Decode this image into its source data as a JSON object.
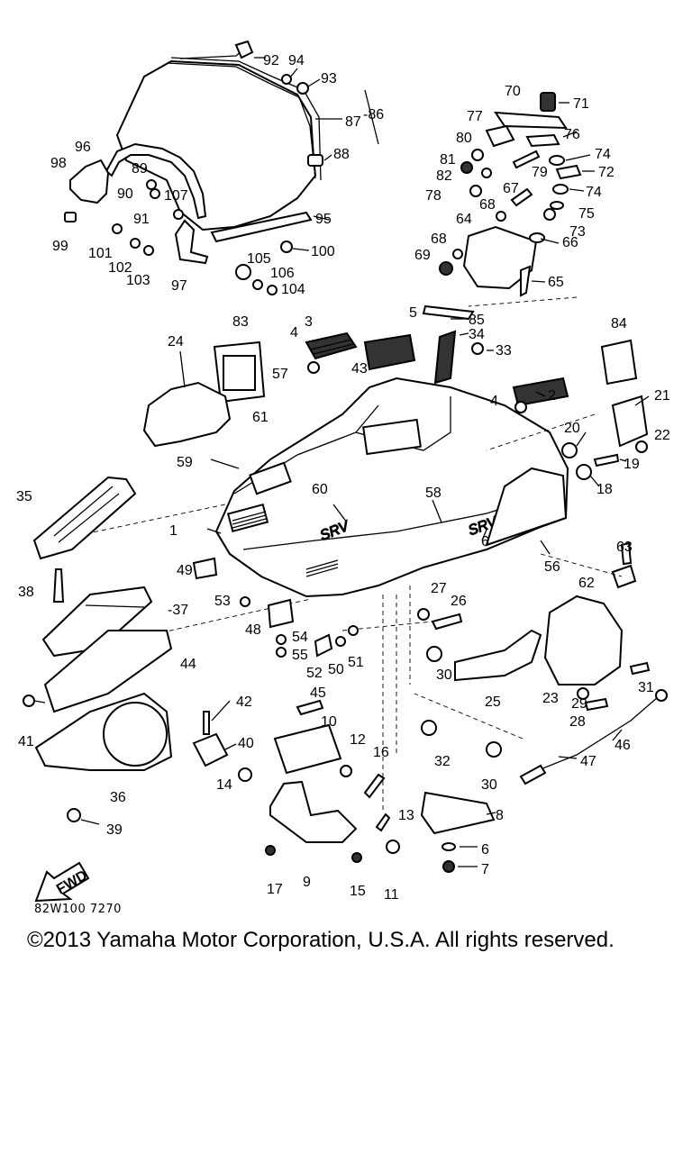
{
  "diagram": {
    "callouts": [
      {
        "n": "92",
        "id": "c92"
      },
      {
        "n": "94",
        "id": "c94"
      },
      {
        "n": "93",
        "id": "c93"
      },
      {
        "n": "87",
        "id": "c87"
      },
      {
        "n": "-86",
        "id": "c86"
      },
      {
        "n": "88",
        "id": "c88"
      },
      {
        "n": "96",
        "id": "c96"
      },
      {
        "n": "98",
        "id": "c98"
      },
      {
        "n": "89",
        "id": "c89"
      },
      {
        "n": "90",
        "id": "c90"
      },
      {
        "n": "107",
        "id": "c107"
      },
      {
        "n": "91",
        "id": "c91"
      },
      {
        "n": "95",
        "id": "c95"
      },
      {
        "n": "99",
        "id": "c99"
      },
      {
        "n": "101",
        "id": "c101"
      },
      {
        "n": "100",
        "id": "c100"
      },
      {
        "n": "102",
        "id": "c102"
      },
      {
        "n": "105",
        "id": "c105"
      },
      {
        "n": "106",
        "id": "c106"
      },
      {
        "n": "103",
        "id": "c103"
      },
      {
        "n": "97",
        "id": "c97"
      },
      {
        "n": "104",
        "id": "c104"
      },
      {
        "n": "70",
        "id": "c70"
      },
      {
        "n": "71",
        "id": "c71"
      },
      {
        "n": "77",
        "id": "c77"
      },
      {
        "n": "76",
        "id": "c76"
      },
      {
        "n": "80",
        "id": "c80"
      },
      {
        "n": "74",
        "id": "c74a"
      },
      {
        "n": "81",
        "id": "c81"
      },
      {
        "n": "72",
        "id": "c72"
      },
      {
        "n": "79",
        "id": "c79"
      },
      {
        "n": "82",
        "id": "c82"
      },
      {
        "n": "74",
        "id": "c74b"
      },
      {
        "n": "78",
        "id": "c78"
      },
      {
        "n": "67",
        "id": "c67"
      },
      {
        "n": "68",
        "id": "c68a"
      },
      {
        "n": "75",
        "id": "c75"
      },
      {
        "n": "64",
        "id": "c64"
      },
      {
        "n": "73",
        "id": "c73"
      },
      {
        "n": "68",
        "id": "c68b"
      },
      {
        "n": "66",
        "id": "c66"
      },
      {
        "n": "69",
        "id": "c69"
      },
      {
        "n": "65",
        "id": "c65"
      },
      {
        "n": "83",
        "id": "c83"
      },
      {
        "n": "3",
        "id": "c3"
      },
      {
        "n": "5",
        "id": "c5"
      },
      {
        "n": "85",
        "id": "c85"
      },
      {
        "n": "34",
        "id": "c34"
      },
      {
        "n": "84",
        "id": "c84"
      },
      {
        "n": "24",
        "id": "c24"
      },
      {
        "n": "4",
        "id": "c4a"
      },
      {
        "n": "33",
        "id": "c33"
      },
      {
        "n": "57",
        "id": "c57"
      },
      {
        "n": "43",
        "id": "c43"
      },
      {
        "n": "2",
        "id": "c2"
      },
      {
        "n": "4",
        "id": "c4b"
      },
      {
        "n": "21",
        "id": "c21"
      },
      {
        "n": "61",
        "id": "c61"
      },
      {
        "n": "20",
        "id": "c20"
      },
      {
        "n": "22",
        "id": "c22"
      },
      {
        "n": "59",
        "id": "c59"
      },
      {
        "n": "19",
        "id": "c19"
      },
      {
        "n": "60",
        "id": "c60"
      },
      {
        "n": "58",
        "id": "c58"
      },
      {
        "n": "18",
        "id": "c18"
      },
      {
        "n": "35",
        "id": "c35"
      },
      {
        "n": "1",
        "id": "c1"
      },
      {
        "n": "6",
        "id": "c6a"
      },
      {
        "n": "56",
        "id": "c56"
      },
      {
        "n": "63",
        "id": "c63"
      },
      {
        "n": "62",
        "id": "c62"
      },
      {
        "n": "49",
        "id": "c49"
      },
      {
        "n": "38",
        "id": "c38"
      },
      {
        "n": "27",
        "id": "c27"
      },
      {
        "n": "26",
        "id": "c26"
      },
      {
        "n": "-37",
        "id": "c37"
      },
      {
        "n": "53",
        "id": "c53"
      },
      {
        "n": "48",
        "id": "c48"
      },
      {
        "n": "54",
        "id": "c54"
      },
      {
        "n": "55",
        "id": "c55"
      },
      {
        "n": "52",
        "id": "c52"
      },
      {
        "n": "50",
        "id": "c50"
      },
      {
        "n": "51",
        "id": "c51"
      },
      {
        "n": "44",
        "id": "c44"
      },
      {
        "n": "30",
        "id": "c30a"
      },
      {
        "n": "25",
        "id": "c25"
      },
      {
        "n": "23",
        "id": "c23"
      },
      {
        "n": "29",
        "id": "c29"
      },
      {
        "n": "31",
        "id": "c31"
      },
      {
        "n": "28",
        "id": "c28"
      },
      {
        "n": "41",
        "id": "c41"
      },
      {
        "n": "42",
        "id": "c42"
      },
      {
        "n": "45",
        "id": "c45"
      },
      {
        "n": "10",
        "id": "c10"
      },
      {
        "n": "46",
        "id": "c46"
      },
      {
        "n": "40",
        "id": "c40"
      },
      {
        "n": "12",
        "id": "c12"
      },
      {
        "n": "16",
        "id": "c16"
      },
      {
        "n": "32",
        "id": "c32"
      },
      {
        "n": "47",
        "id": "c47"
      },
      {
        "n": "36",
        "id": "c36"
      },
      {
        "n": "14",
        "id": "c14"
      },
      {
        "n": "30",
        "id": "c30b"
      },
      {
        "n": "13",
        "id": "c13"
      },
      {
        "n": "8",
        "id": "c8"
      },
      {
        "n": "39",
        "id": "c39"
      },
      {
        "n": "6",
        "id": "c6b"
      },
      {
        "n": "17",
        "id": "c17"
      },
      {
        "n": "9",
        "id": "c9"
      },
      {
        "n": "15",
        "id": "c15"
      },
      {
        "n": "11",
        "id": "c11"
      },
      {
        "n": "7",
        "id": "c7"
      }
    ],
    "decal_text": [
      "SRV",
      "SRV"
    ],
    "fwd_label": "FWD",
    "drawing_code": "82W100 7270"
  },
  "footer": {
    "copyright": "©2013 Yamaha Motor Corporation, U.S.A. All rights reserved."
  }
}
